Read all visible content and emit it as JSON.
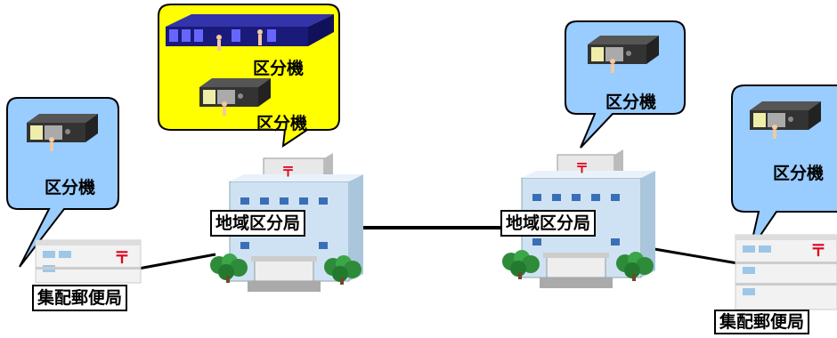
{
  "labels": {
    "regional_left": "地域区分局",
    "regional_right": "地域区分局",
    "collection_left": "集配郵便局",
    "collection_right": "集配郵便局"
  },
  "bubbles": {
    "left": {
      "machines": [
        "区分機"
      ]
    },
    "yellow": {
      "machines": [
        "区分機",
        "区分機"
      ]
    },
    "center_right": {
      "machines": [
        "区分機"
      ]
    },
    "far_right": {
      "machines": [
        "区分機"
      ]
    }
  },
  "postal_mark": "〒",
  "colors": {
    "bubble_blue": "#99ccff",
    "bubble_yellow": "#ffff00",
    "postal_red": "#e0001b",
    "building_blue": "#cfe2f3",
    "tree_green": "#2e8b3a"
  },
  "icons": [
    "sorting-machine-icon",
    "worker-icon",
    "office-building-icon",
    "post-office-icon",
    "tree-icon"
  ]
}
